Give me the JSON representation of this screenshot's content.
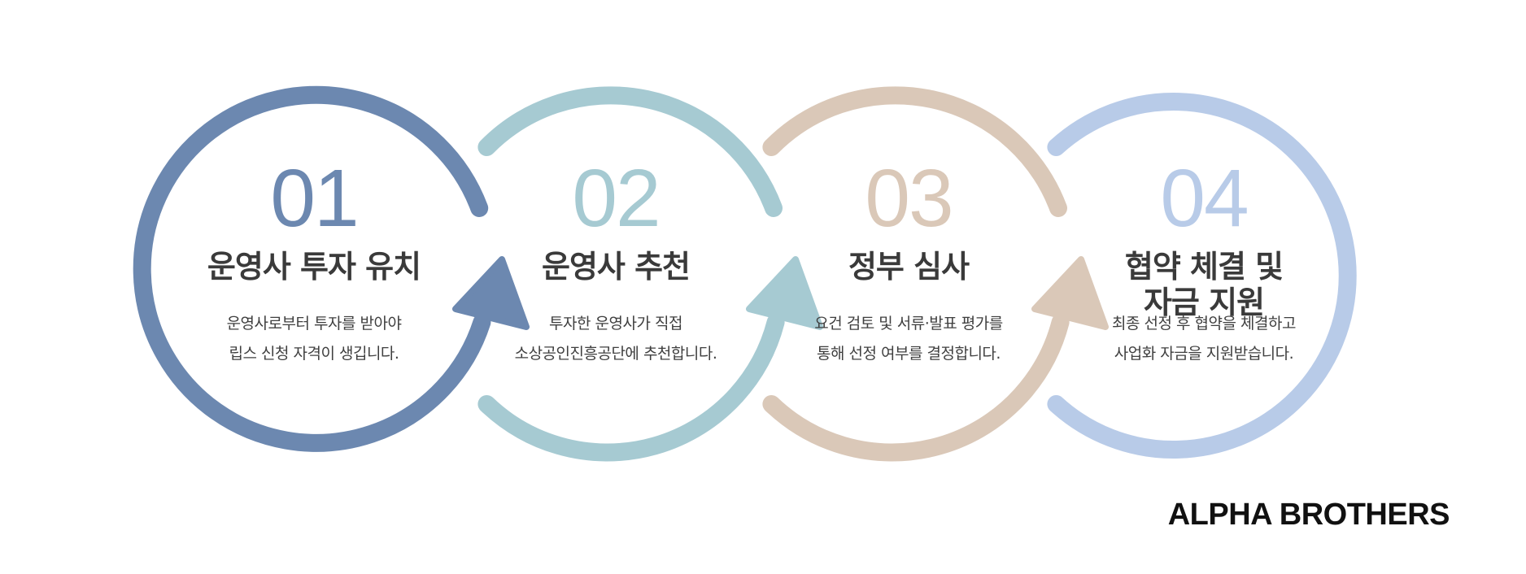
{
  "steps": [
    {
      "number": "01",
      "title_lines": [
        "운영사 투자 유치"
      ],
      "desc_lines": [
        "운영사로부터 투자를 받아야",
        "립스 신청 자격이 생깁니다."
      ],
      "color": "#6c88b0"
    },
    {
      "number": "02",
      "title_lines": [
        "운영사 추천"
      ],
      "desc_lines": [
        "투자한 운영사가 직접",
        "소상공인진흥공단에 추천합니다."
      ],
      "color": "#a6cad2"
    },
    {
      "number": "03",
      "title_lines": [
        "정부 심사"
      ],
      "desc_lines": [
        "요건 검토 및 서류·발표 평가를",
        "통해 선정 여부를 결정합니다."
      ],
      "color": "#dac8b8"
    },
    {
      "number": "04",
      "title_lines": [
        "협약 체결 및",
        "자금 지원"
      ],
      "desc_lines": [
        "최종 선정 후 협약을 체결하고",
        "사업화 자금을 지원받습니다."
      ],
      "color": "#b8cbe8"
    }
  ],
  "brand": "ALPHA BROTHERS"
}
